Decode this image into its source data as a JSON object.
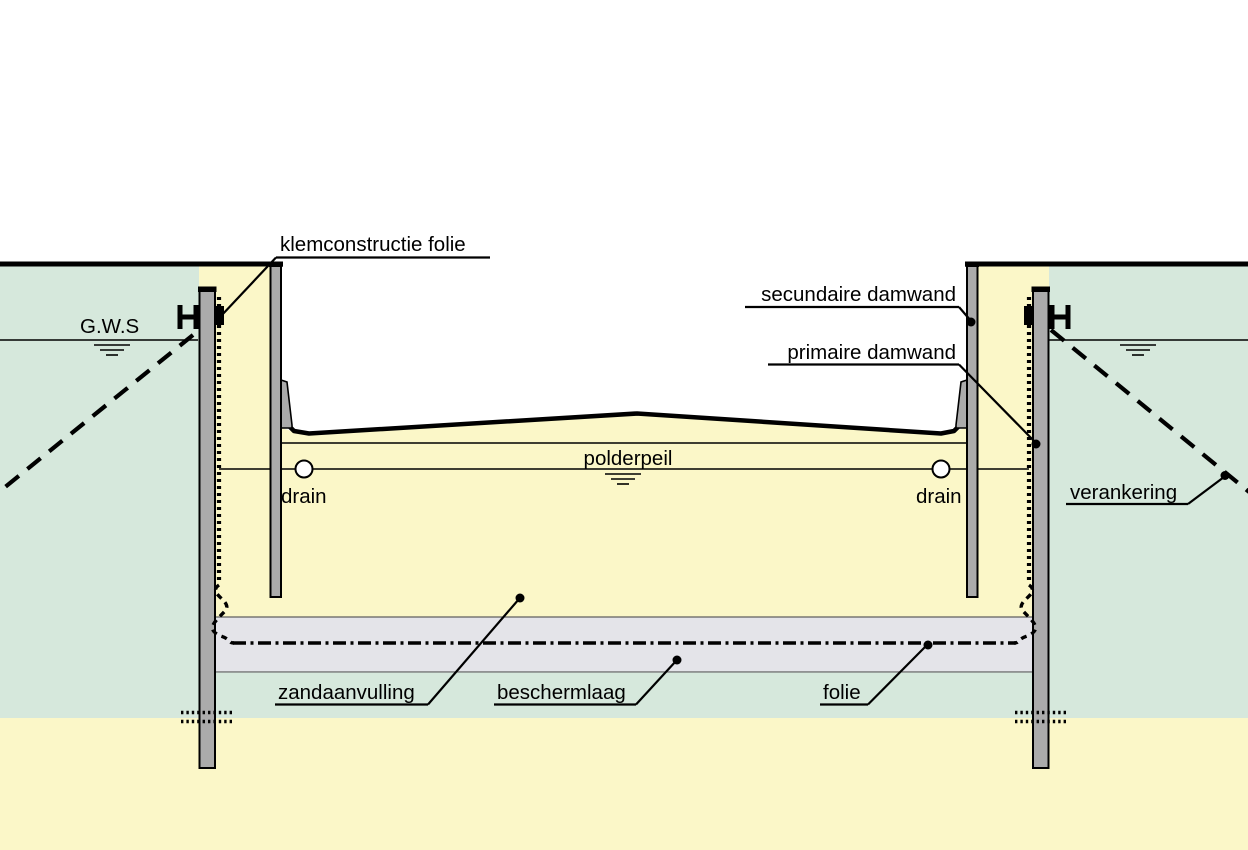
{
  "diagram": {
    "kind": "cross-section construction drawing",
    "labels": {
      "gws": "G.W.S",
      "klemconstructie_folie": "klemconstructie folie",
      "secundaire_damwand": "secundaire damwand",
      "primaire_damwand": "primaire damwand",
      "polderpeil": "polderpeil",
      "drain_left": "drain",
      "drain_right": "drain",
      "verankering": "verankering",
      "zandaanvulling": "zandaanvulling",
      "beschermlaag": "beschermlaag",
      "folie": "folie"
    },
    "colors": {
      "upper_soil_teal": "#d6e8dc",
      "sand_yellow": "#fbf7c8",
      "sheet_pile_gray": "#ababab",
      "protection_layer_gray": "#e4e4e9",
      "line_black": "#000000"
    }
  }
}
